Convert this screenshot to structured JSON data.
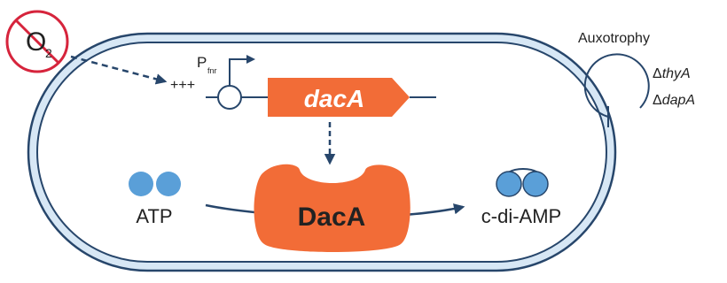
{
  "oxygen_sign": {
    "symbol": "O",
    "subscript": "2",
    "slash_color": "#d6243c"
  },
  "promoter": {
    "label": "P",
    "subscript": "fnr",
    "activation": "+++"
  },
  "gene": {
    "name": "dacA",
    "color": "#f26c37"
  },
  "enzyme": {
    "name": "DacA",
    "color": "#f26c37"
  },
  "substrate": {
    "label": "ATP"
  },
  "product": {
    "label": "c-di-AMP"
  },
  "auxotrophy": {
    "title": "Auxotrophy",
    "delta": "Δ",
    "genes": [
      "thyA",
      "dapA"
    ]
  },
  "colors": {
    "cell_outline": "#27466b",
    "cell_membrane_fill": "#d7e7f5",
    "arrows": "#27466b",
    "molecule_blue": "#5a9fd8"
  }
}
